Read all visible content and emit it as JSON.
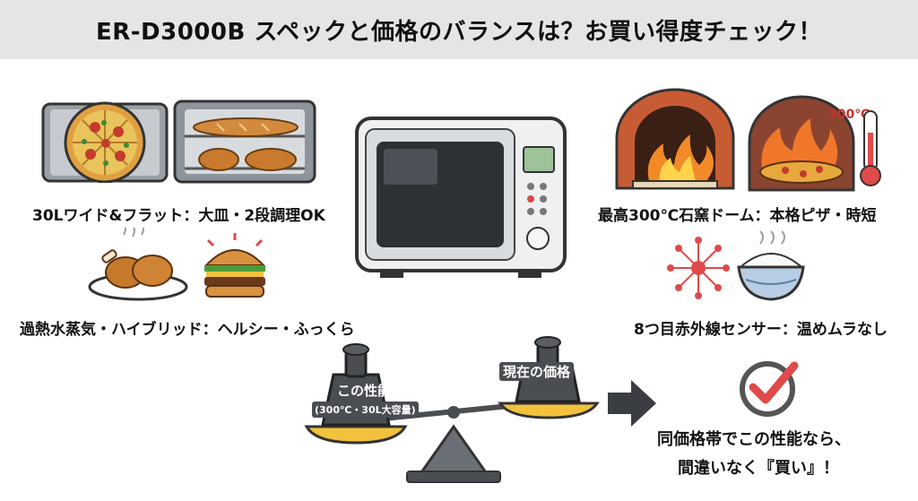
{
  "title": "ER-D3000B スペックと価格のバランスは？お買い得度チェック！",
  "features": {
    "flat": "30Lワイド&フラット：大皿・2段調理OK",
    "stone": "最高300℃石窯ドーム：本格ピザ・時短",
    "steam": "過熱水蒸気・ハイブリッド：ヘルシー・ふっくら",
    "sensor": "8つ目赤外線センサー：温めムラなし"
  },
  "oven_temp_badge": "300℃",
  "scale": {
    "left_label": "この性能",
    "left_sub": "(300℃・30L大容量)",
    "right_label": "現在の価格"
  },
  "verdict": {
    "line1": "同価格帯でこの性能なら、",
    "line2": "間違いなく『買い』！"
  },
  "colors": {
    "accent_red": "#e04a4a",
    "scale_yellow": "#f3c23c",
    "weight_gray": "#4a4d52"
  }
}
